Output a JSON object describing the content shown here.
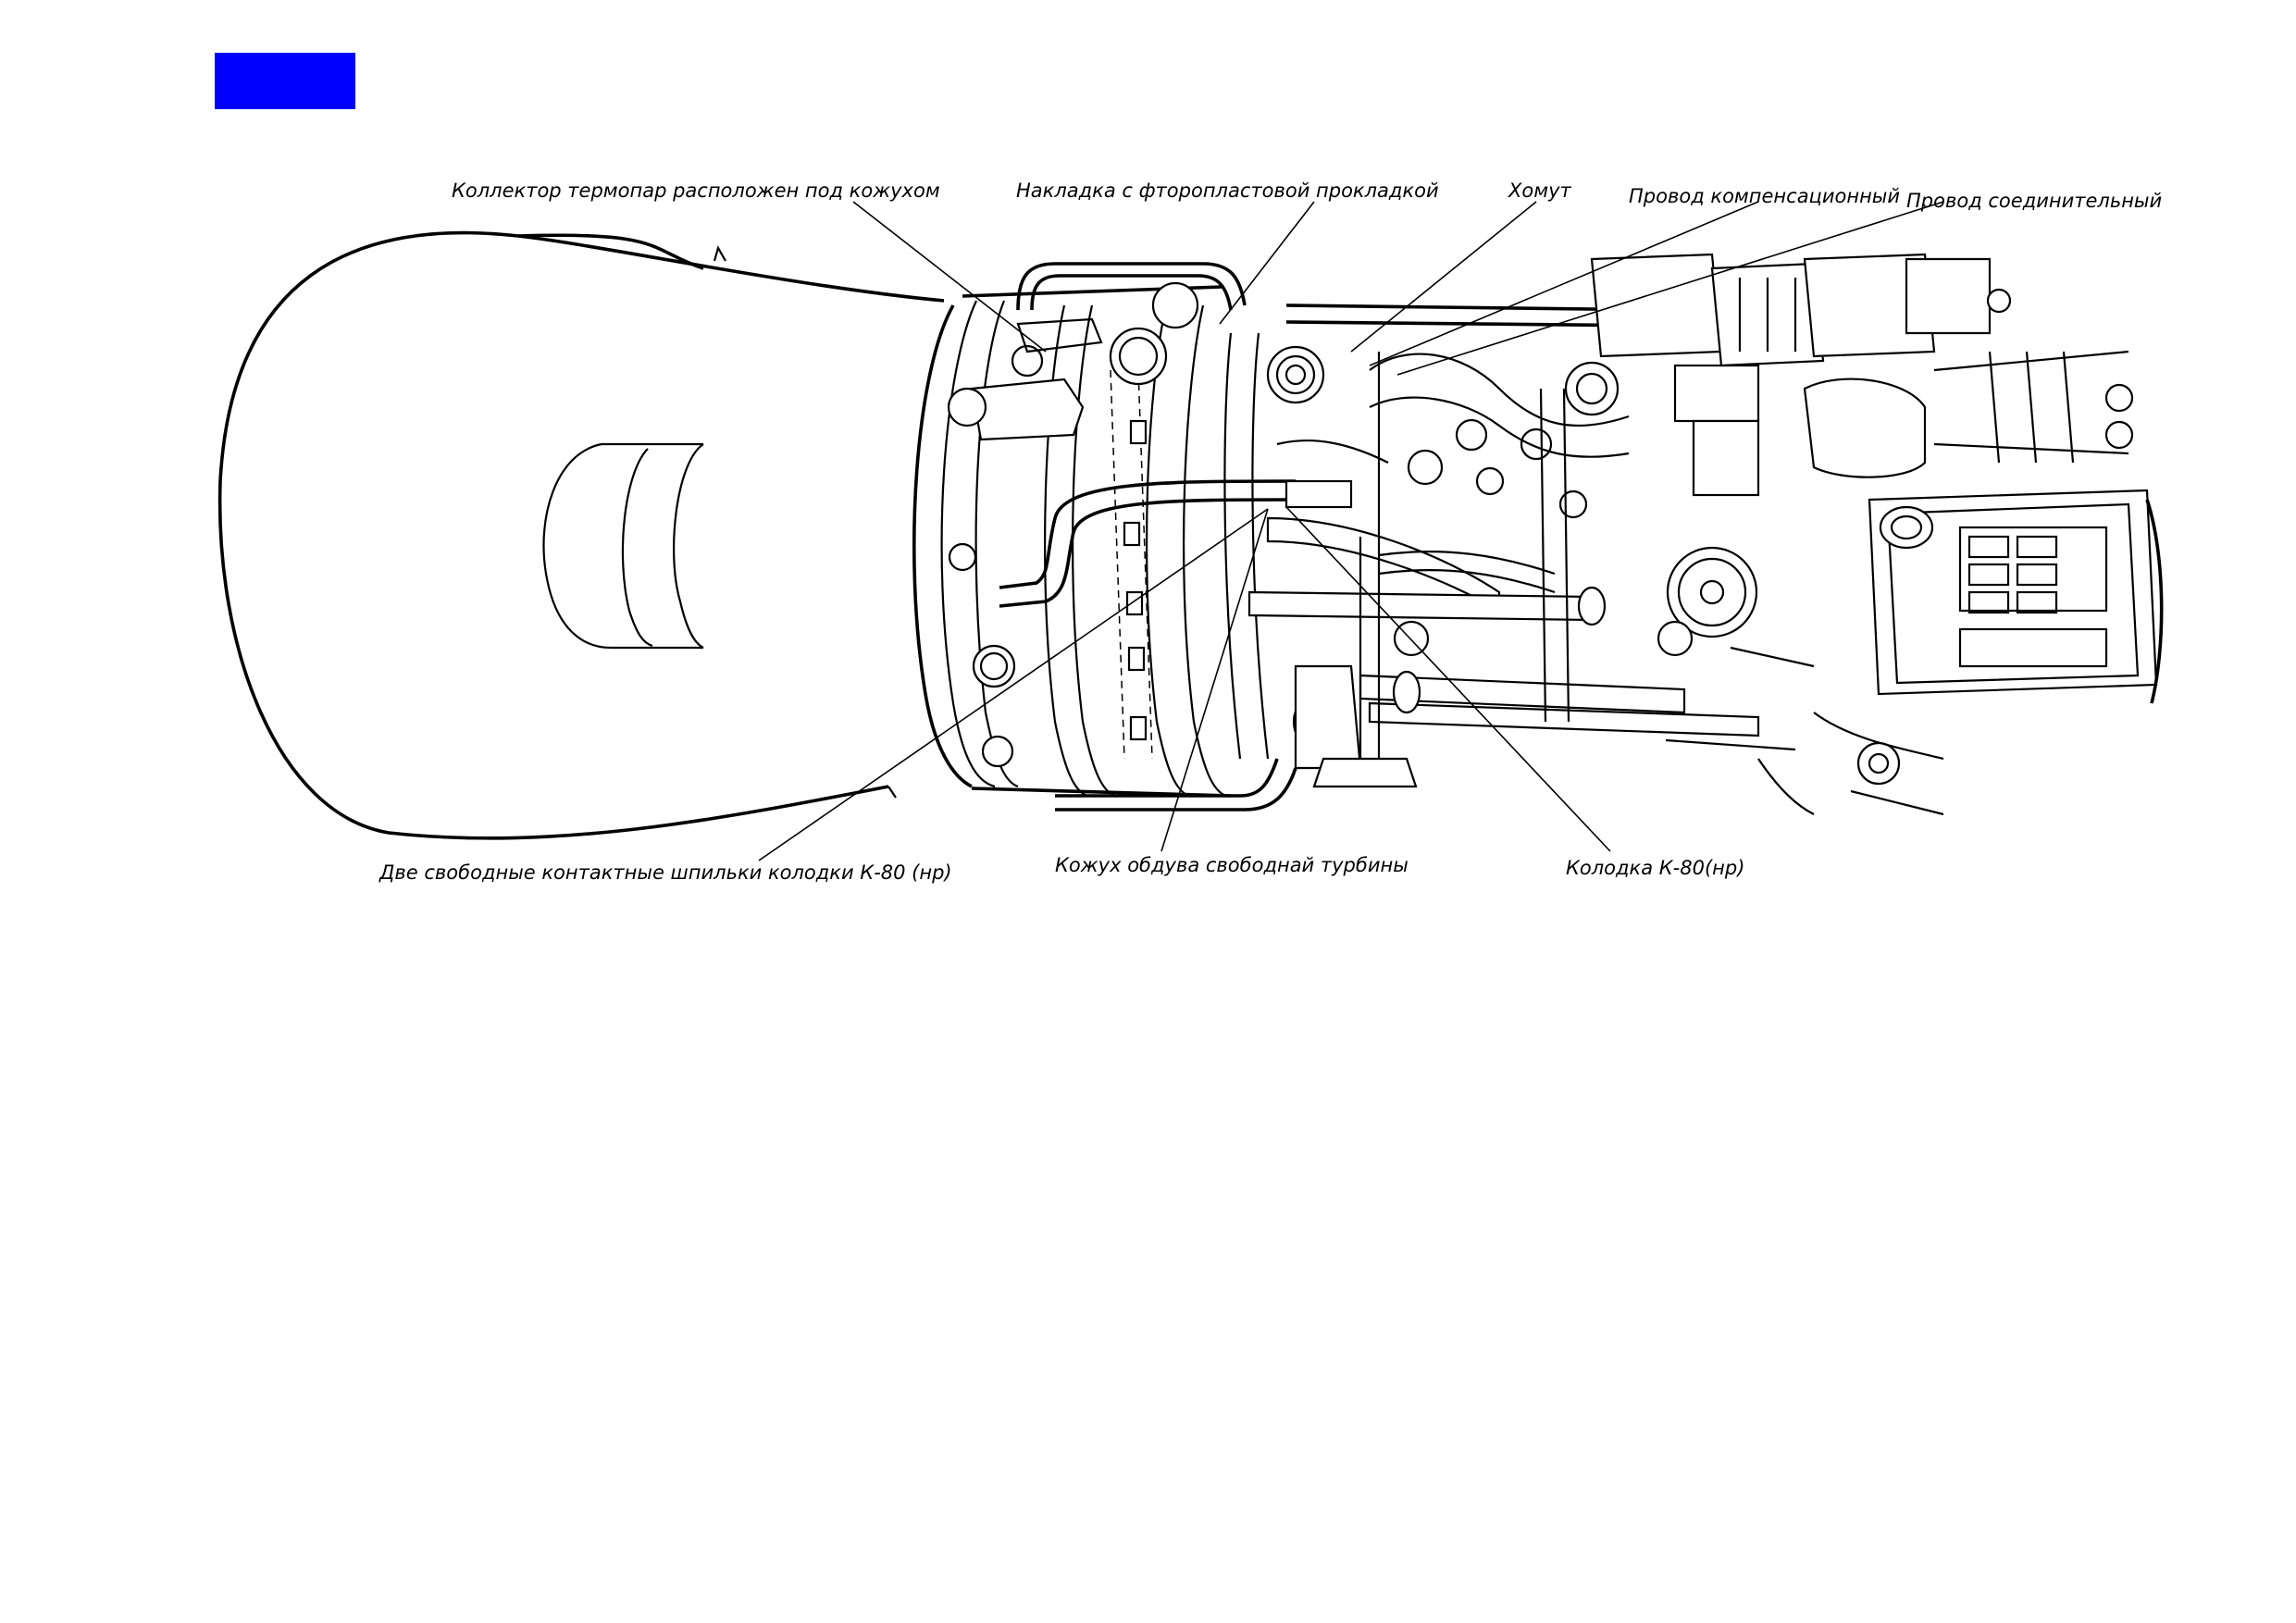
{
  "badge": {
    "color": "#0000ff"
  },
  "callouts": {
    "thermocouple_collector": "Коллектор термопар расположен под кожухом",
    "fluoroplastic_pad": "Накладка с фторопластовой прокладкой",
    "clamp": "Хомут",
    "compensation_wire": "Провод компенсационный",
    "connecting_wire": "Провод соединительный",
    "free_contact_pins": "Две свободные контактные шпильки колодки К-80 (нр)",
    "free_turbine_cowl": "Кожух обдува свободнай турбины",
    "terminal_block": "Колодка К-80(нр)"
  }
}
